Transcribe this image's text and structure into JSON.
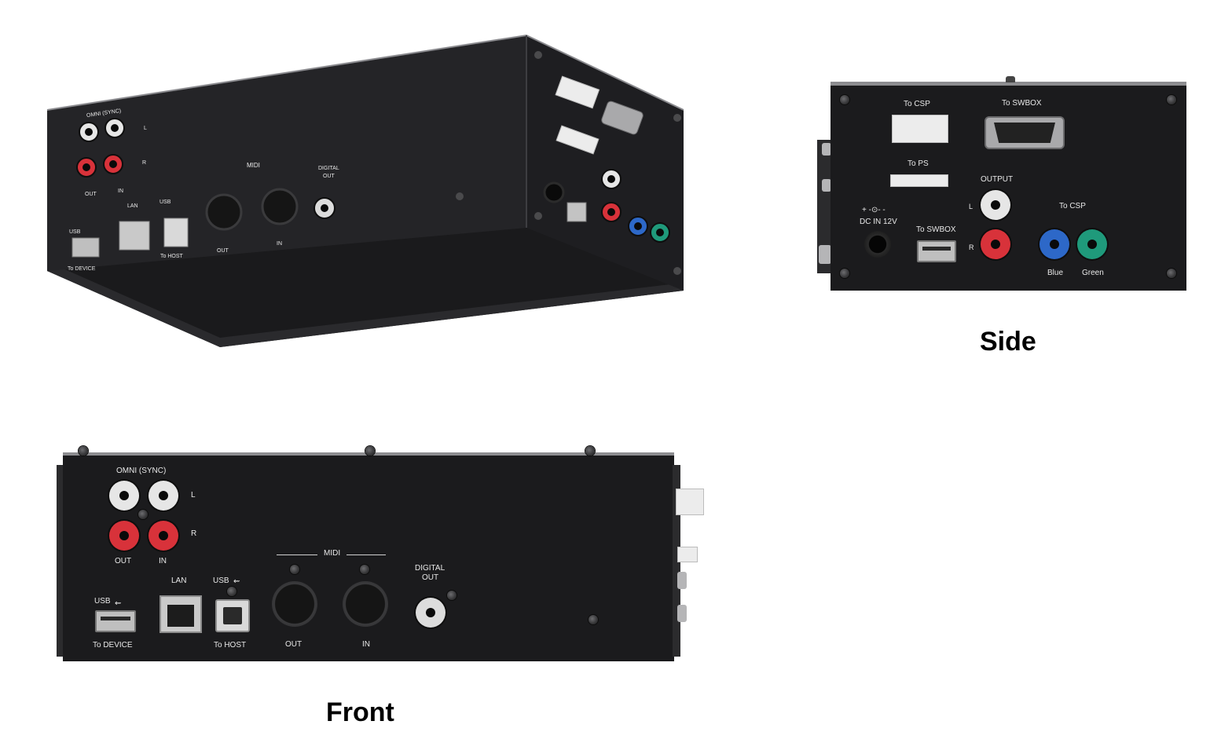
{
  "captions": {
    "side": "Side",
    "front": "Front"
  },
  "front_panel": {
    "omni": "OMNI (SYNC)",
    "left": "L",
    "right": "R",
    "out": "OUT",
    "in": "IN",
    "midi": "MIDI",
    "midi_out": "OUT",
    "midi_in": "IN",
    "digital_out_1": "DIGITAL",
    "digital_out_2": "OUT",
    "lan": "LAN",
    "usb_device": "USB",
    "to_device": "To DEVICE",
    "usb_host": "USB",
    "to_host": "To HOST"
  },
  "side_panel": {
    "to_csp_top": "To CSP",
    "to_swbox_top": "To SWBOX",
    "to_ps": "To PS",
    "dc_in_symbol": "+ -⊙- -",
    "dc_in": "DC IN 12V",
    "to_swbox": "To SWBOX",
    "output": "OUTPUT",
    "left": "L",
    "right": "R",
    "to_csp": "To CSP",
    "blue": "Blue",
    "green": "Green"
  },
  "colors": {
    "panel": "#1b1b1d",
    "rca_white": "#e6e6e6",
    "rca_red": "#d8323a",
    "rca_blue": "#2d68c8",
    "rca_green": "#1f9a7b"
  }
}
